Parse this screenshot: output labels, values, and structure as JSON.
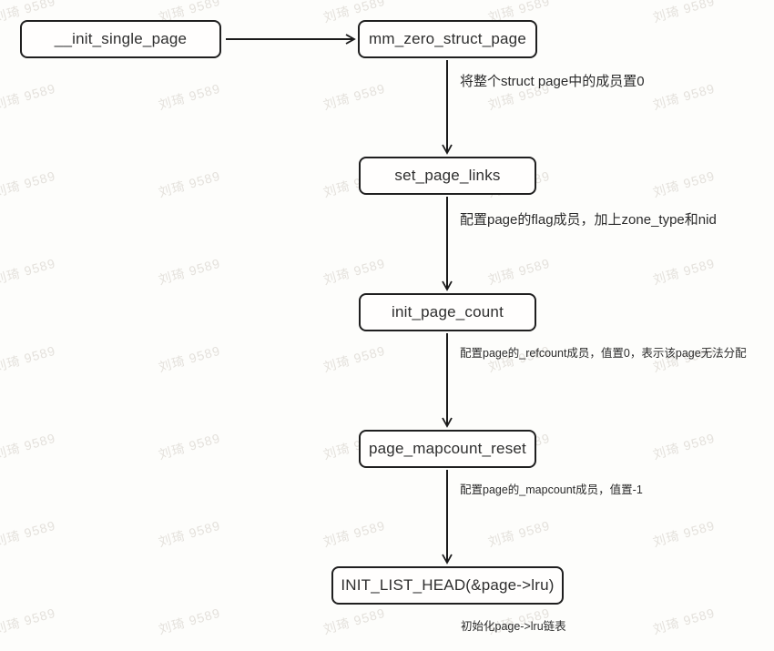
{
  "flow": {
    "nodes": [
      {
        "label": "__init_single_page"
      },
      {
        "label": "mm_zero_struct_page"
      },
      {
        "label": "set_page_links"
      },
      {
        "label": "init_page_count"
      },
      {
        "label": "page_mapcount_reset"
      },
      {
        "label": "INIT_LIST_HEAD(&page->lru)"
      }
    ],
    "annotations": [
      {
        "text": "将整个struct page中的成员置0"
      },
      {
        "text": "配置page的flag成员，加上zone_type和nid"
      },
      {
        "text": "配置page的_refcount成员，值置0，表示该page无法分配"
      },
      {
        "text": "配置page的_mapcount成员，值置-1"
      },
      {
        "text": "初始化page->lru链表"
      }
    ]
  },
  "watermark": {
    "text": "刘琦 9589"
  },
  "colors": {
    "background": "#fdfdfb",
    "node_border": "#1f1f1f",
    "node_fill": "#fffefd",
    "node_text": "#2e2e2e",
    "annotation_text": "#2b2b2b",
    "arrow": "#1a1a1a",
    "watermark": "#e4e1dc"
  }
}
